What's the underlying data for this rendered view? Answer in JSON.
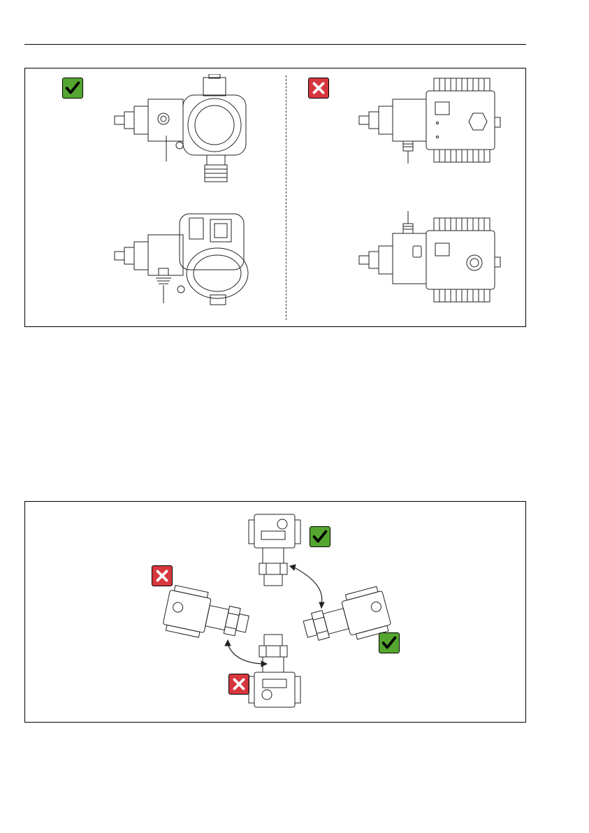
{
  "figure1": {
    "panels": [
      {
        "position": "upper-left",
        "status": "correct",
        "icon": "checkmark-icon"
      },
      {
        "position": "lower-left",
        "status": "correct",
        "icon": "checkmark-icon"
      },
      {
        "position": "upper-right",
        "status": "incorrect",
        "icon": "cross-icon"
      },
      {
        "position": "lower-right",
        "status": "incorrect",
        "icon": "cross-icon"
      }
    ]
  },
  "figure2": {
    "orientations": [
      {
        "position": "top",
        "status": "correct",
        "icon": "checkmark-icon"
      },
      {
        "position": "right",
        "status": "correct",
        "icon": "checkmark-icon"
      },
      {
        "position": "left",
        "status": "incorrect",
        "icon": "cross-icon"
      },
      {
        "position": "bottom",
        "status": "incorrect",
        "icon": "cross-icon"
      }
    ]
  },
  "colors": {
    "correct": "#55a630",
    "incorrect": "#d6373e",
    "line": "#000000"
  }
}
